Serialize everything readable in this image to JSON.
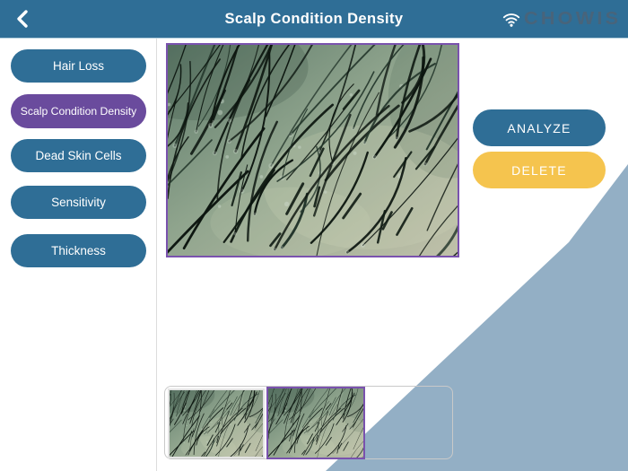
{
  "header": {
    "title": "Scalp Condition Density",
    "brand": "CHOWIS"
  },
  "sidebar": {
    "items": [
      {
        "label": "Hair Loss",
        "selected": false
      },
      {
        "label": "Scalp Condition Density",
        "selected": true
      },
      {
        "label": "Dead Skin Cells",
        "selected": false
      },
      {
        "label": "Sensitivity",
        "selected": false
      },
      {
        "label": "Thickness",
        "selected": false
      }
    ]
  },
  "actions": {
    "analyze": "ANALYZE",
    "delete": "DELETE"
  },
  "gallery": {
    "thumbnail_count": 2,
    "selected_index": 1
  },
  "icons": {
    "back": "chevron-left-icon",
    "wifi": "wifi-icon"
  },
  "colors": {
    "header_bg": "#2F6E96",
    "pill_blue": "#2F6E96",
    "pill_selected_purple": "#6A4B9D",
    "delete_yellow": "#F5C44E",
    "overlay_diagonal_blue": "#93AFC5",
    "selection_border_purple": "#7A52AE"
  }
}
